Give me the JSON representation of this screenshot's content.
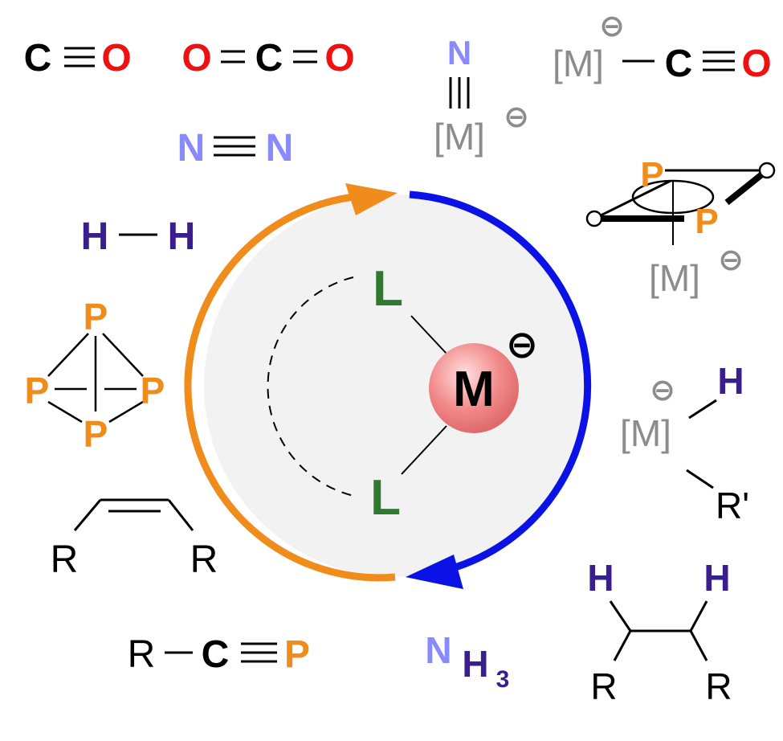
{
  "colors": {
    "black": "#000000",
    "oxygen": "#ee1111",
    "nitrogen": "#8a8aff",
    "hydrogen": "#3b1e8e",
    "phosphorus": "#f08c1c",
    "metal_gray": "#8c8c8c",
    "ligand": "#2f7a2f",
    "orange_arrow": "#f08c1c",
    "blue_arrow": "#0a12e6",
    "circle_fill": "#f2f2f2"
  },
  "cycle": {
    "ligand_top": "L",
    "ligand_bottom": "L",
    "metal": "M",
    "charge": "⊖"
  },
  "molecules": {
    "co": {
      "c": "C",
      "o": "O"
    },
    "co2": {
      "o1": "O",
      "c": "C",
      "o2": "O"
    },
    "n2": {
      "n1": "N",
      "n2": "N"
    },
    "h2": {
      "h1": "H",
      "h2": "H"
    },
    "p4": {
      "p_top": "P",
      "p_left": "P",
      "p_right": "P",
      "p_bottom": "P"
    },
    "alkene": {
      "r1": "R",
      "r2": "R"
    },
    "phosphaalkyne": {
      "r": "R",
      "c": "C",
      "p": "P"
    },
    "nh3": {
      "n": "N",
      "h": "H",
      "sub": "3"
    },
    "dinitrogen_complex": {
      "n": "N",
      "m": "[M]",
      "charge": "⊖"
    },
    "carbonyl_complex": {
      "m": "[M]",
      "charge": "⊖",
      "c": "C",
      "o": "O"
    },
    "p2_complex": {
      "p1": "P",
      "p2": "P",
      "m": "[M]",
      "charge": "⊖"
    },
    "hydride_complex": {
      "charge": "⊖",
      "h": "H",
      "m": "[M]",
      "r": "R'"
    },
    "alkane": {
      "h1": "H",
      "h2": "H",
      "r1": "R",
      "r2": "R"
    }
  }
}
